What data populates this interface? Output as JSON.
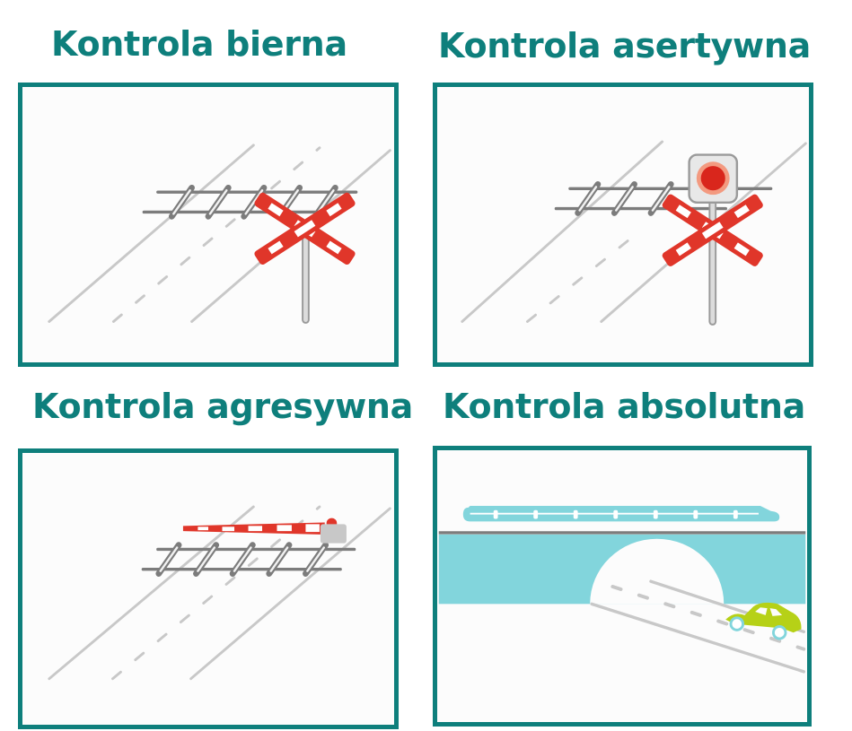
{
  "panels": [
    {
      "title": "Kontrola bierna",
      "scene": "passive-crossing-sign"
    },
    {
      "title": "Kontrola asertywna",
      "scene": "crossing-sign-with-signal-light"
    },
    {
      "title": "Kontrola agresywna",
      "scene": "crossing-with-barrier-gate"
    },
    {
      "title": "Kontrola absolutna",
      "scene": "grade-separated-bridge"
    }
  ],
  "colors": {
    "title": "#0e7f7c",
    "frame_border": "#0e7f7c",
    "frame_bg": "#fcfcfc",
    "road_line": "#c8c8c8",
    "rail": "#808080",
    "sign_red": "#e0362a",
    "signal_red": "#d9261c",
    "signal_glow": "#f39a80",
    "bridge": "#82d5dc",
    "car": "#b6d117",
    "wheel": "#82d5dc"
  }
}
